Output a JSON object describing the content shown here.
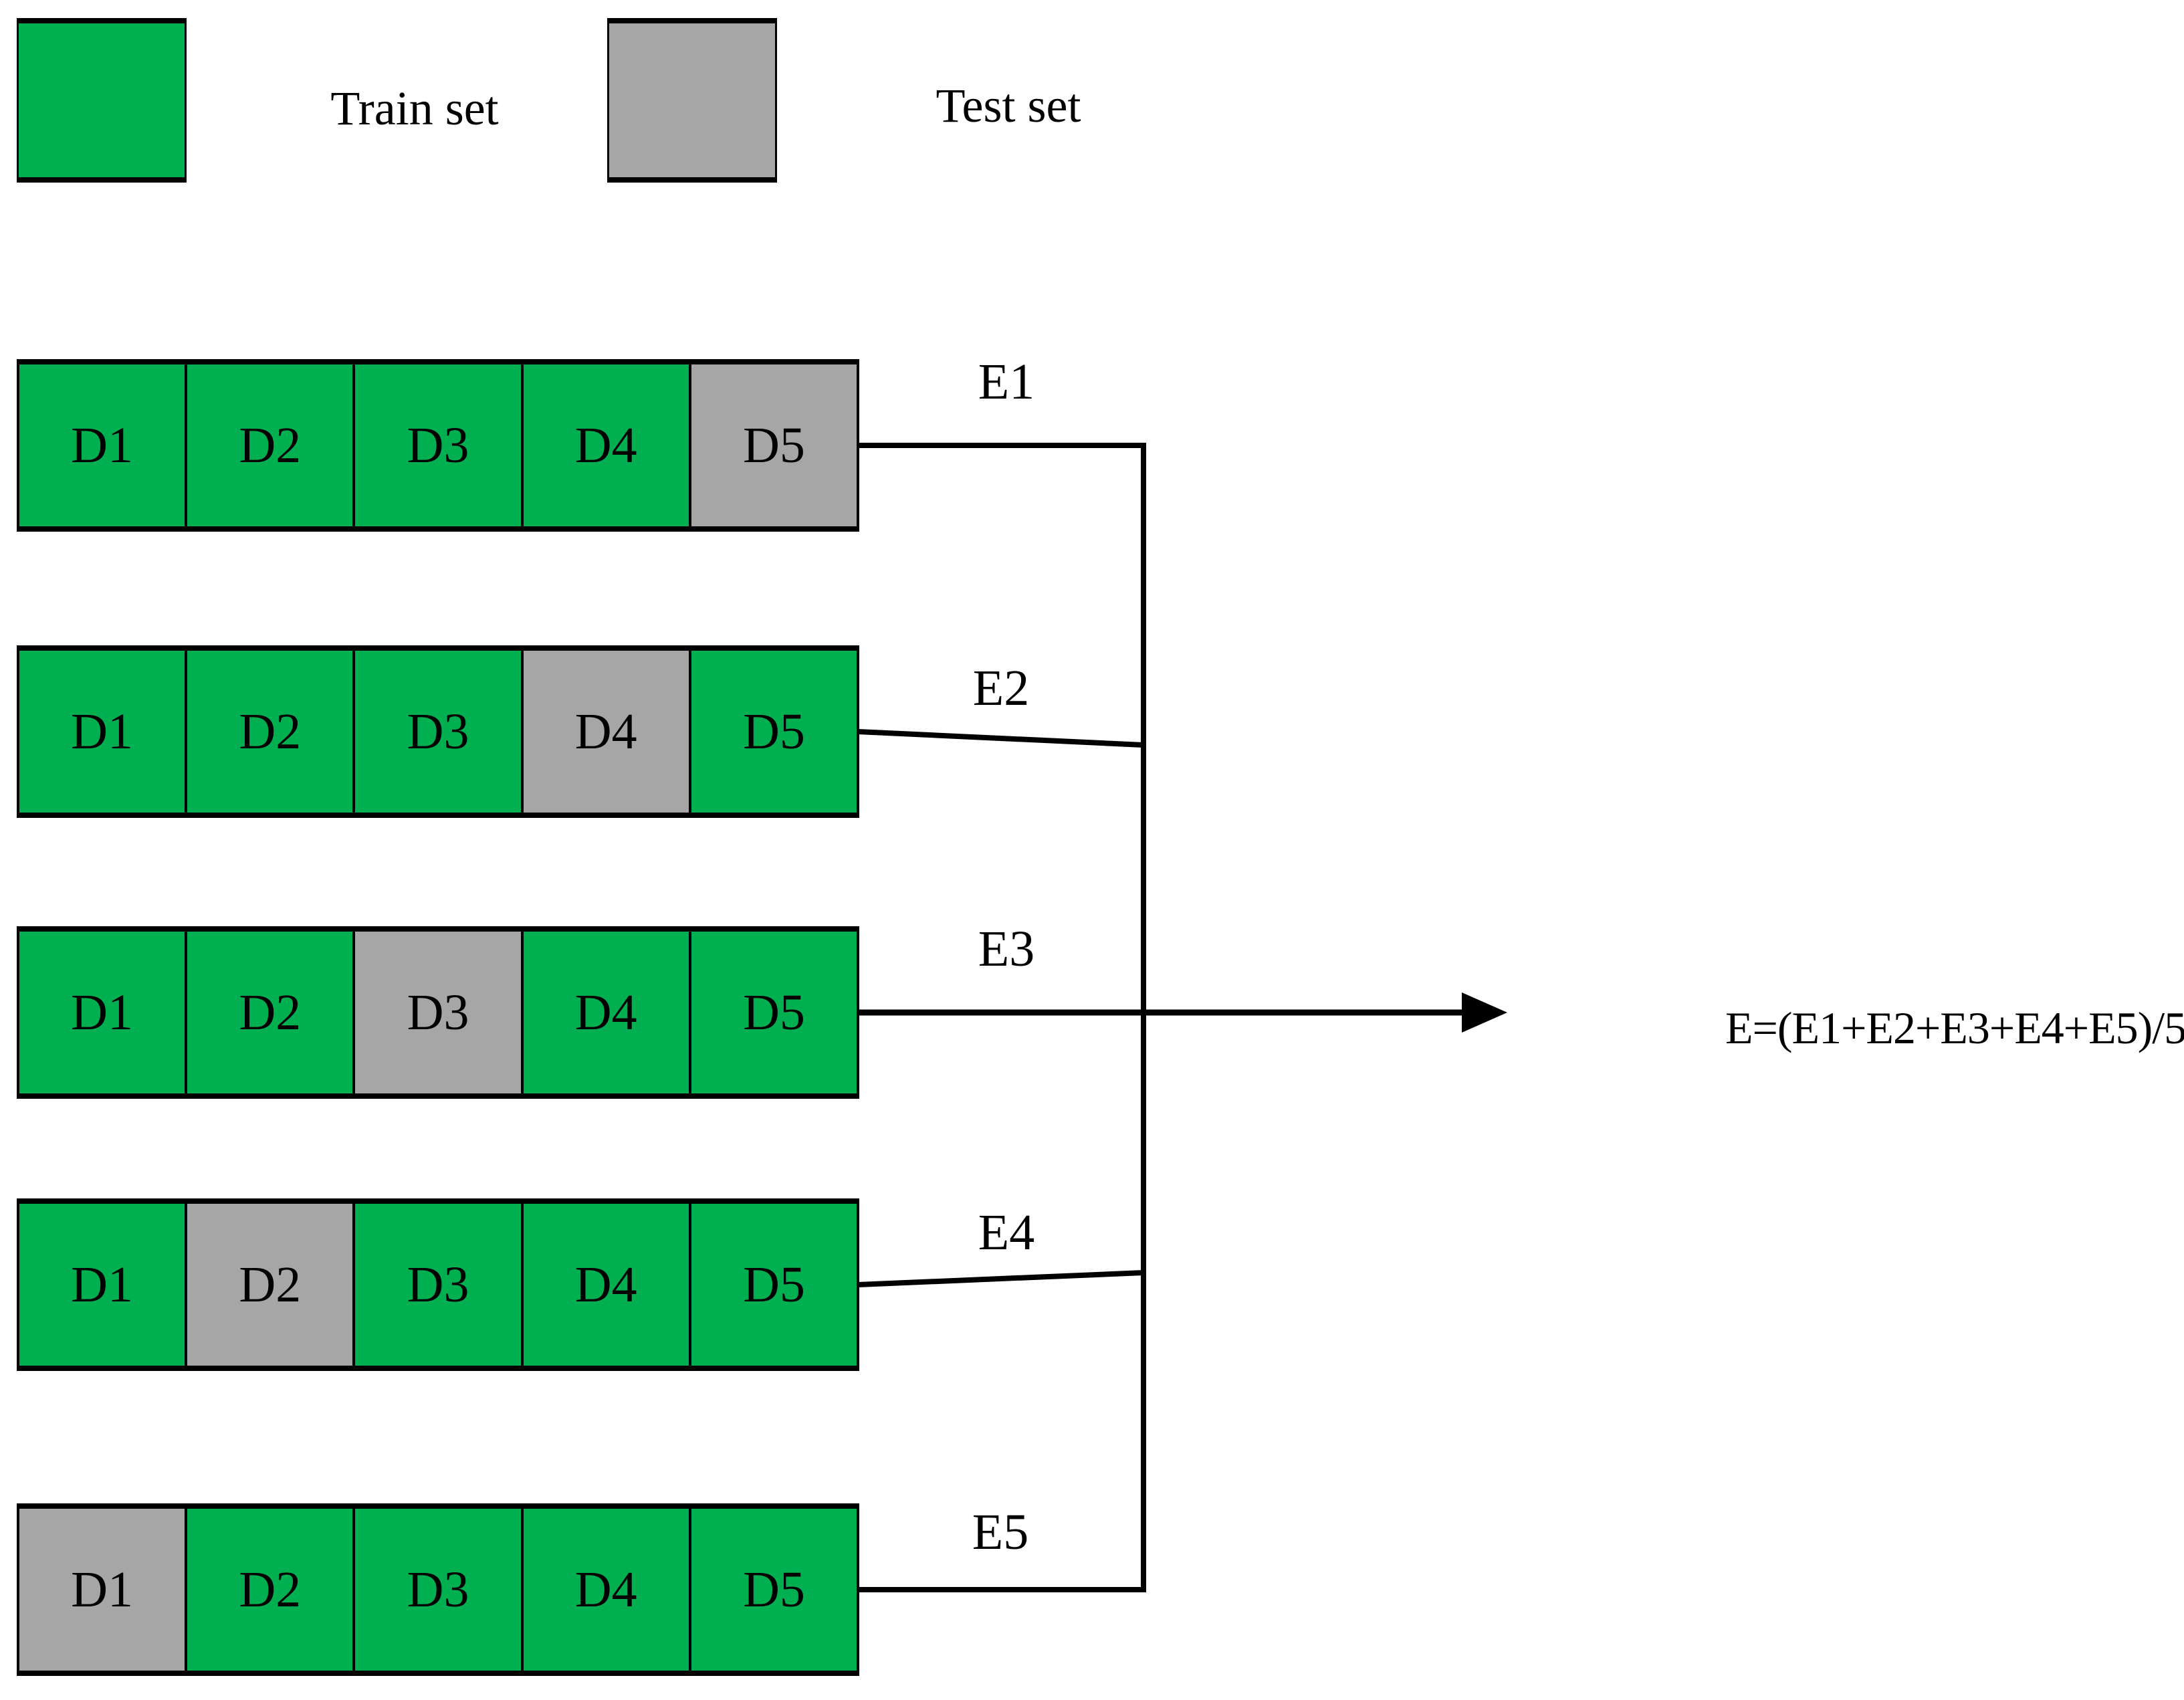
{
  "legend": {
    "train": {
      "label": "Train set",
      "role": "train",
      "color": "#00B050"
    },
    "test": {
      "label": "Test set",
      "role": "test",
      "color": "#A6A6A6"
    }
  },
  "folds": [
    {
      "label": "E1",
      "blocks": [
        {
          "label": "D1",
          "role": "train"
        },
        {
          "label": "D2",
          "role": "train"
        },
        {
          "label": "D3",
          "role": "train"
        },
        {
          "label": "D4",
          "role": "train"
        },
        {
          "label": "D5",
          "role": "test"
        }
      ]
    },
    {
      "label": "E2",
      "blocks": [
        {
          "label": "D1",
          "role": "train"
        },
        {
          "label": "D2",
          "role": "train"
        },
        {
          "label": "D3",
          "role": "train"
        },
        {
          "label": "D4",
          "role": "test"
        },
        {
          "label": "D5",
          "role": "train"
        }
      ]
    },
    {
      "label": "E3",
      "blocks": [
        {
          "label": "D1",
          "role": "train"
        },
        {
          "label": "D2",
          "role": "train"
        },
        {
          "label": "D3",
          "role": "test"
        },
        {
          "label": "D4",
          "role": "train"
        },
        {
          "label": "D5",
          "role": "train"
        }
      ]
    },
    {
      "label": "E4",
      "blocks": [
        {
          "label": "D1",
          "role": "train"
        },
        {
          "label": "D2",
          "role": "test"
        },
        {
          "label": "D3",
          "role": "train"
        },
        {
          "label": "D4",
          "role": "train"
        },
        {
          "label": "D5",
          "role": "train"
        }
      ]
    },
    {
      "label": "E5",
      "blocks": [
        {
          "label": "D1",
          "role": "test"
        },
        {
          "label": "D2",
          "role": "train"
        },
        {
          "label": "D3",
          "role": "train"
        },
        {
          "label": "D4",
          "role": "train"
        },
        {
          "label": "D5",
          "role": "train"
        }
      ]
    }
  ],
  "formula": "E=(E1+E2+E3+E4+E5)/5",
  "colors": {
    "train": "#00B050",
    "test": "#A6A6A6",
    "line": "#000000"
  }
}
